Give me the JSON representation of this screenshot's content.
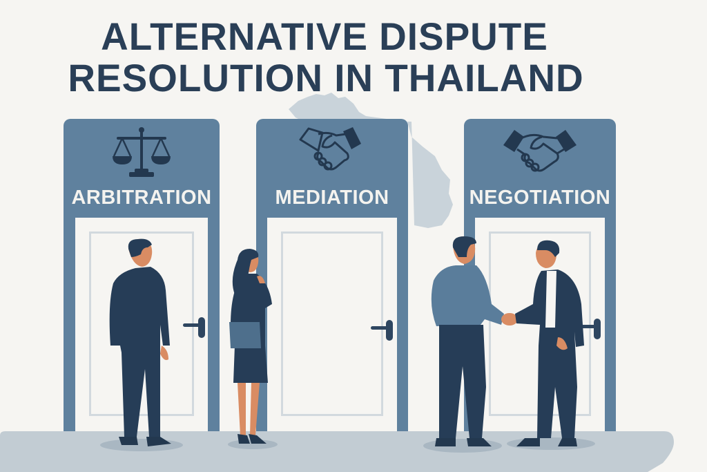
{
  "title": {
    "line1": "ALTERNATIVE DISPUTE",
    "line2": "RESOLUTION IN THAILAND"
  },
  "colors": {
    "background": "#f6f5f2",
    "title_text": "#2a3f57",
    "door_frame": "#5f819e",
    "icon": "#23384f",
    "label_text": "#f4f3ef",
    "door": "#f6f5f2",
    "door_panel_line": "#d2d9de",
    "floor": "#c2ccd3",
    "map_silhouette": "#c9d3da",
    "suit": "#263d57",
    "skin": "#d98c63",
    "shirt_blue": "#5a7d9b"
  },
  "doors": [
    {
      "label": "ARBITRATION",
      "icon": "scales-of-justice-icon"
    },
    {
      "label": "MEDIATION",
      "icon": "handshake-outline-icon"
    },
    {
      "label": "NEGOTIATION",
      "icon": "handshake-icon"
    }
  ],
  "people": [
    {
      "role": "man-in-suit-facing-arbitration-door"
    },
    {
      "role": "woman-in-suit-thinking-with-folder"
    },
    {
      "role": "man-in-blue-sweater-shaking-hands"
    },
    {
      "role": "man-in-suit-shaking-hands"
    }
  ]
}
